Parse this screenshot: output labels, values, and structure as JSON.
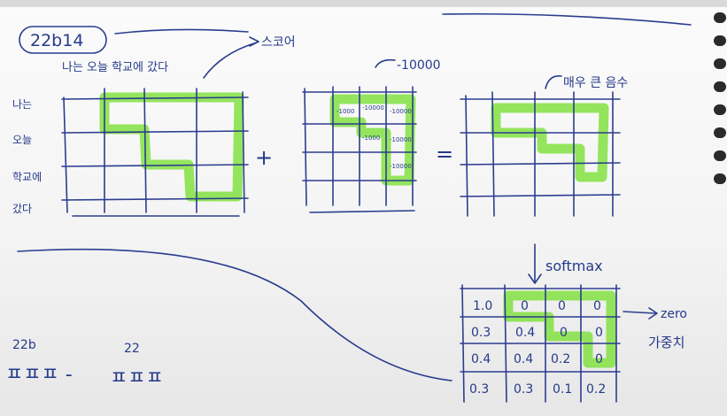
{
  "page_tag": "22b14",
  "sentence": "나는 오늘 학교에 갔다",
  "row_labels": [
    "나는",
    "오늘",
    "학교에",
    "갔다"
  ],
  "plus_sign": "+",
  "equals_sign": "=",
  "annotation_score": "스코어",
  "annotation_mask": "-10000",
  "annotation_result": "매우 큰 음수",
  "mask_cells": [
    "-1000",
    "-10000",
    "-10000",
    "-1000",
    "-10000",
    "-10000"
  ],
  "softmax_label": "softmax",
  "softmax_table": [
    [
      "1.0",
      "0",
      "0",
      "0"
    ],
    [
      "0.3",
      "0.4",
      "0",
      "0"
    ],
    [
      "0.4",
      "0.4",
      "0.2",
      "0"
    ],
    [
      "0.3",
      "0.3",
      "0.1",
      "0.2"
    ]
  ],
  "zero_label": "zero",
  "weight_label": "가중치",
  "bottom_left_code": "22b",
  "bottom_left_marks": "ㅍㅍㅍ -",
  "bottom_mid_code": "22",
  "bottom_mid_marks": "ㅍㅍㅍ"
}
